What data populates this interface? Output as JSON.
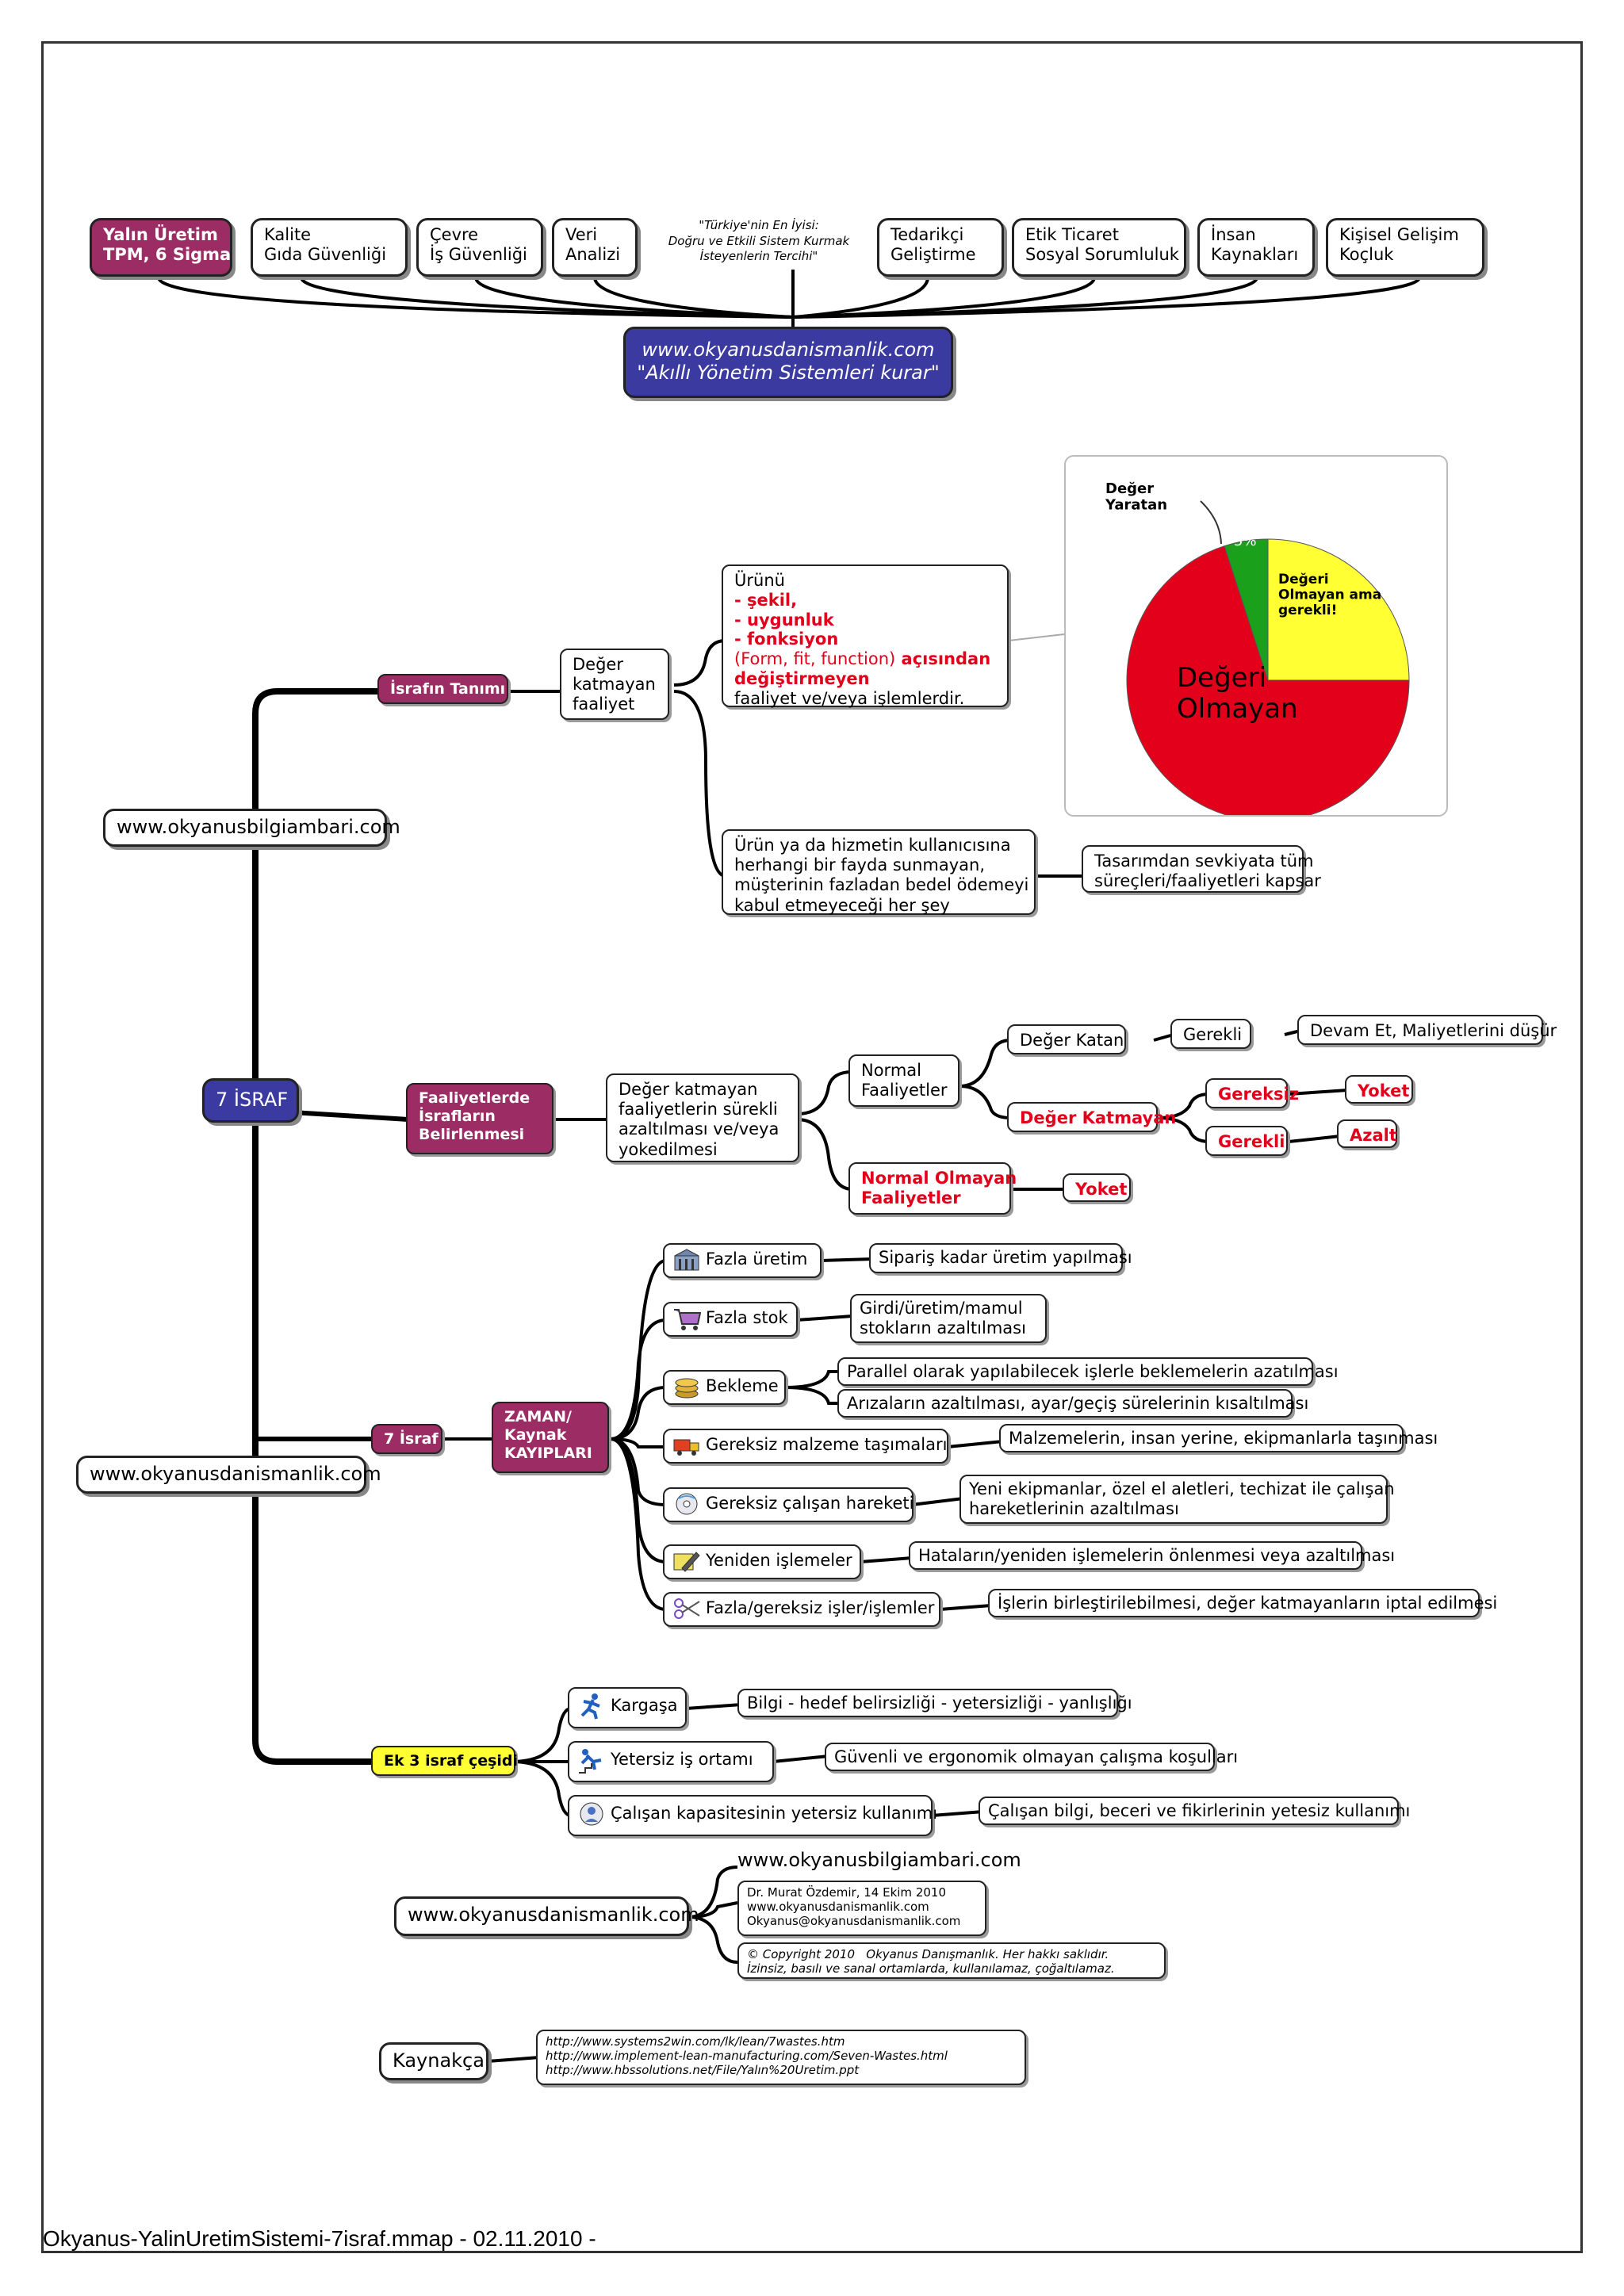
{
  "top_banner": {
    "items": [
      {
        "id": "yalin",
        "text": "Yalın Üretim\nTPM, 6 Sigma"
      },
      {
        "id": "kalite",
        "text": "Kalite\nGıda Güvenliği"
      },
      {
        "id": "cevre",
        "text": "Çevre\nİş Güvenliği"
      },
      {
        "id": "veri",
        "text": "Veri\nAnalizi"
      },
      {
        "id": "turkiye",
        "text": "\"Türkiye'nin En İyisi:\nDoğru ve Etkili Sistem Kurmak\nİsteyenlerin Tercihi\""
      },
      {
        "id": "tedarikci",
        "text": "Tedarikçi\nGeliştirme"
      },
      {
        "id": "etik",
        "text": "Etik Ticaret\nSosyal Sorumluluk"
      },
      {
        "id": "insan",
        "text": "İnsan\nKaynakları"
      },
      {
        "id": "kisisel",
        "text": "Kişisel Gelişim\nKoçluk"
      }
    ],
    "hub": "www.okyanusdanismanlik.com\n\"Akıllı Yönetim Sistemleri kurar\""
  },
  "center": {
    "title": "7 İSRAF",
    "url_top": "www.okyanusbilgiambari.com",
    "url_bottom": "www.okyanusdanismanlik.com"
  },
  "branch_tanim": {
    "label": "İsrafın Tanımı",
    "child": "Değer\nkatmayan\nfaaliyet",
    "def1": {
      "intro": "Ürünü",
      "l1": "- şekil,",
      "l2": "-  uygunluk",
      "l3": "-  fonksiyon",
      "l4a": "(Form, fit, function)",
      "l4b": "  açısından",
      "l5": "değiştirmeyen",
      "l6": "faaliyet ve/veya işlemlerdir."
    },
    "def2": "Ürün ya da hizmetin kullanıcısına\nherhangi bir fayda sunmayan,\nmüşterinin fazladan bedel ödemeyi\nkabul etmeyeceği her şey",
    "def2_child": "Tasarımdan sevkiyata tüm\nsüreçleri/faaliyetleri kapsar"
  },
  "chart_data": {
    "type": "pie",
    "slices": [
      {
        "label": "Değer Yaratan",
        "value": 5,
        "color": "#1aa01a",
        "pct_label": "5%"
      },
      {
        "label": "Değeri Olmayan ama gerekli!",
        "value": 25,
        "color": "#ffff33"
      },
      {
        "label": "Değeri Olmayan",
        "value": 70,
        "color": "#e3001b"
      }
    ],
    "labels": {
      "deger_yaratan": "Değer\nYaratan",
      "pct": "5%",
      "gerekli": "Değeri\nOlmayan ama\ngerekli!",
      "olmayan": "Değeri\nOlmayan"
    }
  },
  "branch_belirleme": {
    "label": "Faaliyetlerde\nİsrafların\nBelirlenmesi",
    "child": "Değer katmayan\nfaaliyetlerin sürekli\nazaltılması ve/veya\nyokedilmesi",
    "normal": "Normal\nFaaliyetler",
    "abnormal": "Normal Olmayan\nFaaliyetler",
    "abnormal_child": "Yoket",
    "deger_katan": "Değer Katan",
    "gerekli1": "Gerekli",
    "devam": "Devam Et, Maliyetlerini düşür",
    "deger_katmayan": "Değer Katmayan",
    "gereksiz": "Gereksiz",
    "gereksiz_child": "Yoket",
    "gerekli2": "Gerekli",
    "gerekli2_child": "Azalt"
  },
  "branch_7israf": {
    "label": "7 İsraf",
    "sub": "ZAMAN/\nKaynak\nKAYIPLARI",
    "items": [
      {
        "name": "Fazla üretim",
        "icon": "factory-icon",
        "solutions": [
          "Sipariş kadar üretim yapılması"
        ]
      },
      {
        "name": "Fazla stok",
        "icon": "cart-icon",
        "solutions": [
          "Girdi/üretim/mamul\nstokların azaltılması"
        ]
      },
      {
        "name": "Bekleme",
        "icon": "coins-icon",
        "solutions": [
          "Parallel olarak yapılabilecek işlerle beklemelerin azatılması",
          "Arızaların azaltılması, ayar/geçiş sürelerinin kısaltılması"
        ]
      },
      {
        "name": "Gereksiz malzeme taşımaları",
        "icon": "truck-icon",
        "solutions": [
          "Malzemelerin, insan yerine, ekipmanlarla taşınması"
        ]
      },
      {
        "name": "Gereksiz çalışan hareketi",
        "icon": "disc-icon",
        "solutions": [
          "Yeni ekipmanlar, özel el aletleri, techizat ile çalışan\nhareketlerinin azaltılması"
        ]
      },
      {
        "name": "Yeniden işlemeler",
        "icon": "rework-icon",
        "solutions": [
          "Hataların/yeniden işlemelerin önlenmesi veya azaltılması"
        ]
      },
      {
        "name": "Fazla/gereksiz işler/işlemler",
        "icon": "scissors-icon",
        "solutions": [
          "İşlerin birleştirilebilmesi, değer katmayanların iptal edilmesi"
        ]
      }
    ]
  },
  "branch_ek3": {
    "label": "Ek 3 israf çeşidi",
    "items": [
      {
        "name": "Kargaşa",
        "icon": "running-person-icon",
        "desc": "Bilgi - hedef belirsizliği - yetersizliği - yanlışlığı"
      },
      {
        "name": "Yetersiz iş ortamı",
        "icon": "falling-person-icon",
        "desc": "Güvenli ve ergonomik olmayan çalışma koşulları"
      },
      {
        "name": "Çalışan kapasitesinin yetersiz kullanımı",
        "icon": "head-icon",
        "desc": "Çalışan bilgi, beceri ve fikirlerinin yetesiz kullanımı"
      }
    ]
  },
  "credits": {
    "root": "www.okyanusdanismanlik.com",
    "site": "www.okyanusbilgiambari.com",
    "author": "Dr. Murat Özdemir, 14 Ekim 2010\nwww.okyanusdanismanlik.com\nOkyanus@okyanusdanismanlik.com",
    "copyright": "© Copyright 2010   Okyanus Danışmanlık. Her hakkı saklıdır.\nİzinsiz, basılı ve sanal ortamlarda, kullanılamaz, çoğaltılamaz."
  },
  "kaynakca": {
    "label": "Kaynakça",
    "links": "http://www.systems2win.com/lk/lean/7wastes.htm\nhttp://www.implement-lean-manufacturing.com/Seven-Wastes.html\nhttp://www.hbssolutions.net/File/Yalın%20Uretim.ppt"
  },
  "footer": "Okyanus-YalinUretimSistemi-7israf.mmap - 02.11.2010 -"
}
